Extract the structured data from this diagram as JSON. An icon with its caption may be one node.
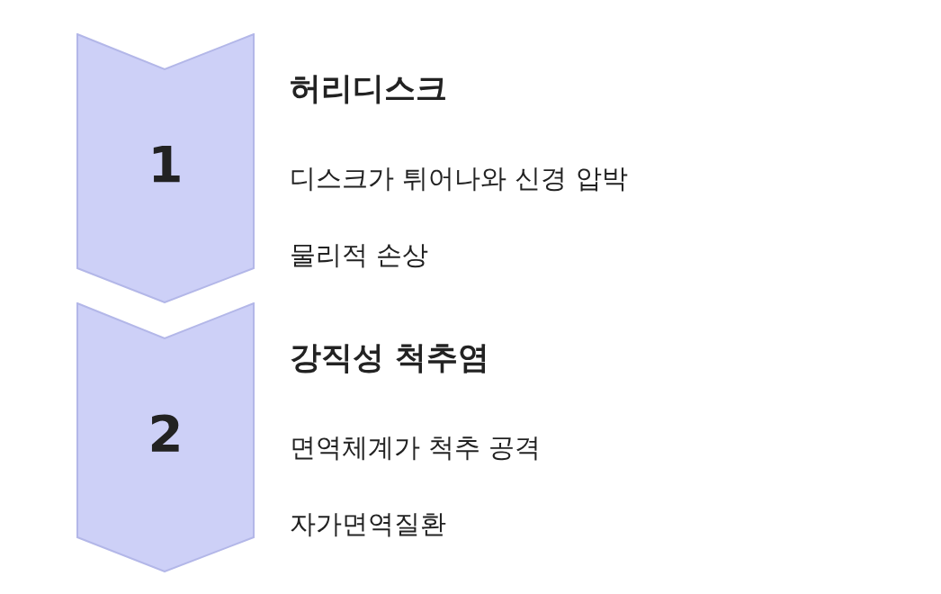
{
  "diagram": {
    "nodes": [
      {
        "text": [
          "1"
        ],
        "beside": [
          "허리디스크",
          "디스크가 튀어나와 신경 압박",
          "물리적 손상"
        ]
      },
      {
        "text": [
          "2"
        ],
        "beside": [
          "강직성 척추염",
          "면역체계가 척추 공격",
          "자가면역질환"
        ]
      }
    ]
  }
}
